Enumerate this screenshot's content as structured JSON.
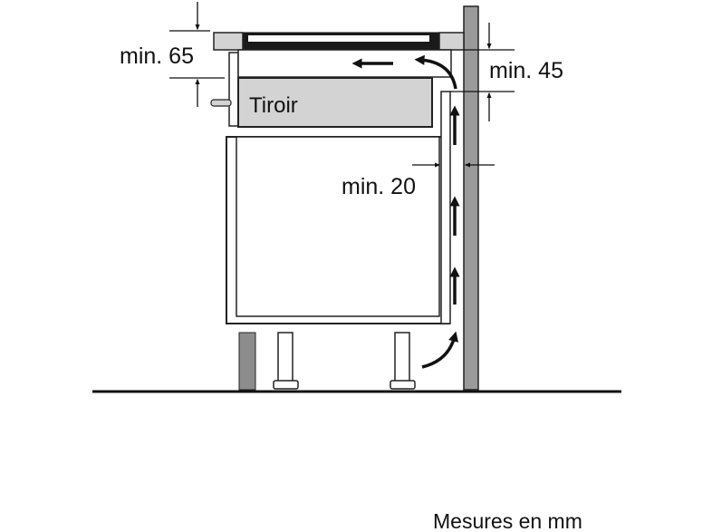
{
  "labels": {
    "min_65": "min. 65",
    "min_45": "min. 45",
    "min_20": "min. 20",
    "drawer": "Tiroir",
    "caption": "Mesures en mm"
  },
  "colors": {
    "wall_fill": "#9a9a9a",
    "panel_fill": "#d3d3d3",
    "hob_dark": "#1a1a1a",
    "line": "#111111"
  }
}
